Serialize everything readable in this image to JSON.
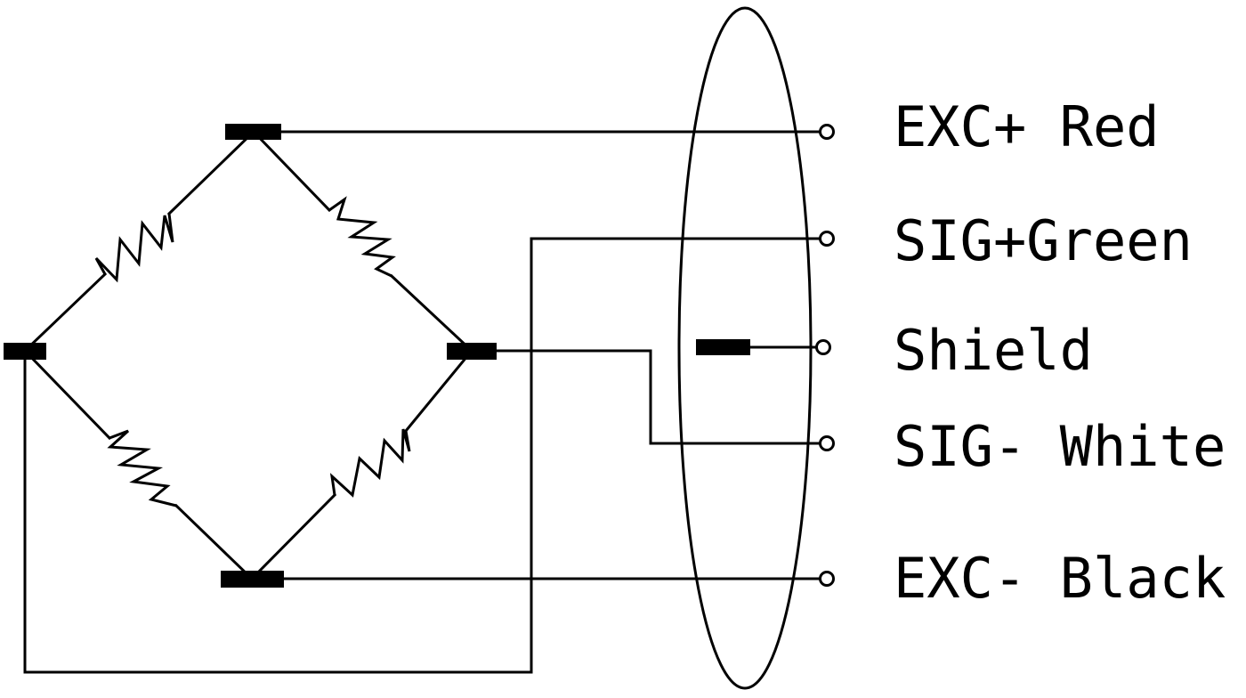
{
  "diagram": {
    "type": "wheatstone-bridge-load-cell-wiring",
    "colors": {
      "stroke": "#000000",
      "background": "#ffffff"
    },
    "terminals": [
      {
        "id": "exc_plus",
        "label": "EXC+ Red"
      },
      {
        "id": "sig_plus",
        "label": "SIG+Green"
      },
      {
        "id": "shield",
        "label": "Shield"
      },
      {
        "id": "sig_minus",
        "label": "SIG- White"
      },
      {
        "id": "exc_minus",
        "label": "EXC- Black"
      }
    ]
  }
}
